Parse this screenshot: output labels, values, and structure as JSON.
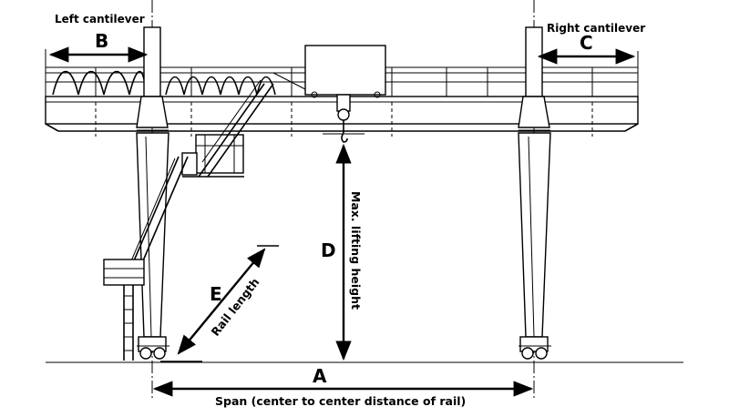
{
  "labels": {
    "left_cantilever": "Left cantilever",
    "right_cantilever": "Right cantilever",
    "max_lifting_height": "Max. lifting height",
    "rail_length": "Rail length",
    "span": "Span (center to center distance of rail)"
  },
  "dimension_letters": {
    "a": "A",
    "b": "B",
    "c": "C",
    "d": "D",
    "e": "E"
  },
  "colors": {
    "line": "#000000",
    "background": "#ffffff"
  }
}
